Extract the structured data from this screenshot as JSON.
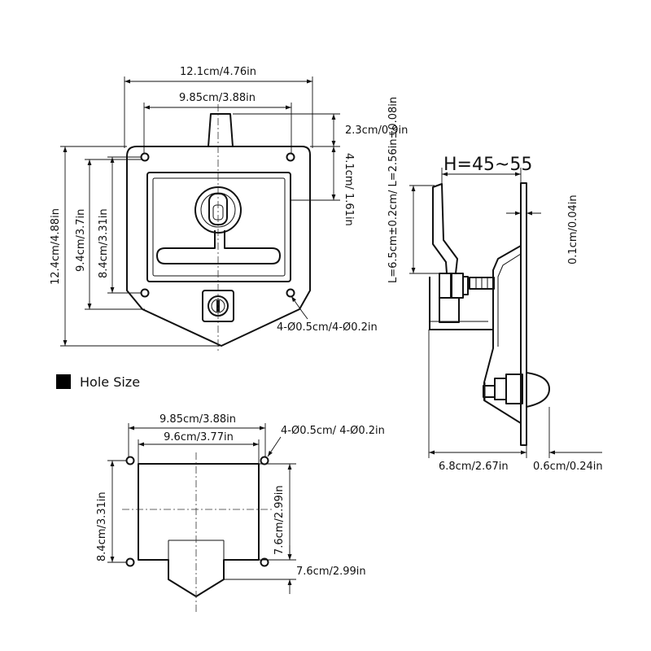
{
  "front_view": {
    "overall_width": "12.1cm/4.76in",
    "hole_spacing_width": "9.85cm/3.88in",
    "handle_height": "2.3cm/0.9in",
    "top_to_recess": "4.1cm/ 1.61in",
    "overall_height": "12.4cm/4.88in",
    "recess_height": "9.4cm/3.7in",
    "hole_spacing_height": "8.4cm/3.31in",
    "mount_holes": "4-Ø0.5cm/4-Ø0.2in"
  },
  "side_view": {
    "grip_range": "H=45~55",
    "lever_length": "L=6.5cm±0.2cm/ L=2.56in±0.08in",
    "plate_thickness": "0.1cm/0.04in",
    "body_depth": "6.8cm/2.67in",
    "flange_depth": "0.6cm/0.24in"
  },
  "legend": {
    "label": "Hole Size",
    "marker_color": "#000000"
  },
  "hole_size": {
    "hole_spacing_width": "9.85cm/3.88in",
    "cutout_width": "9.6cm/3.77in",
    "mount_holes": "4-Ø0.5cm/ 4-Ø0.2in",
    "hole_spacing_height": "8.4cm/3.31in",
    "cutout_height": "7.6cm/2.99in",
    "tab_height": "7.6cm/2.99in"
  }
}
